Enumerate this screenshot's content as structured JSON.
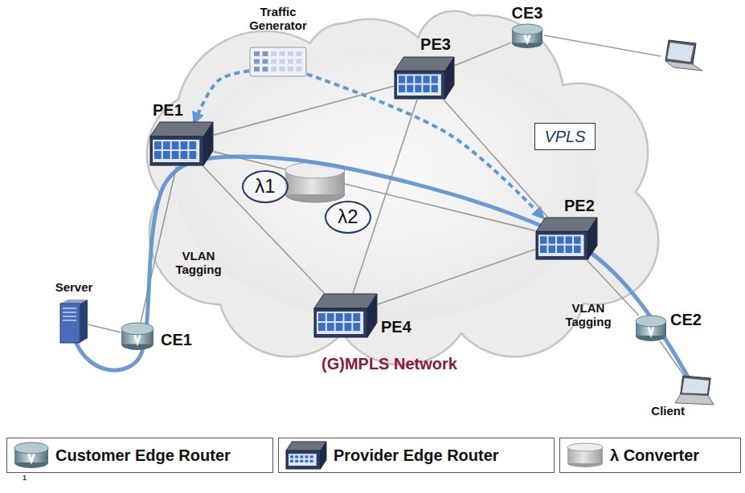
{
  "diagram": {
    "nodes": [
      {
        "text": [
          "Traffic Generator"
        ]
      },
      {
        "text": [
          "PE3"
        ]
      },
      {
        "text": [
          "CE3"
        ]
      },
      {
        "text": [
          "PE1"
        ]
      },
      {
        "text": [
          "VPLS"
        ]
      },
      {
        "text": [
          "λ1"
        ]
      },
      {
        "text": [
          "λ2"
        ]
      },
      {
        "text": [
          "PE2"
        ]
      },
      {
        "text": [
          "Server"
        ]
      },
      {
        "text": [
          "CE1"
        ]
      },
      {
        "text": [
          "PE4"
        ]
      },
      {
        "text": [
          "CE2"
        ]
      },
      {
        "text": [
          "Client"
        ]
      }
    ],
    "edges": [
      {
        "from": 0,
        "to": 3,
        "arrow": "to"
      },
      {
        "from": 0,
        "to": 7,
        "arrow": "to"
      },
      {
        "from": 3,
        "to": 1,
        "arrow": "none"
      },
      {
        "from": 3,
        "to": 7,
        "arrow": "none"
      },
      {
        "from": 3,
        "to": 10,
        "arrow": "none"
      },
      {
        "from": 1,
        "to": 10,
        "arrow": "none"
      },
      {
        "from": 1,
        "to": 7,
        "arrow": "none"
      },
      {
        "from": 10,
        "to": 7,
        "arrow": "none"
      },
      {
        "from": 1,
        "to": 2,
        "arrow": "none"
      },
      {
        "from": 3,
        "to": 9,
        "arrow": "none"
      },
      {
        "from": 7,
        "to": 11,
        "arrow": "none"
      },
      {
        "from": 8,
        "to": 9,
        "arrow": "none"
      },
      {
        "from": 11,
        "to": 12,
        "arrow": "none"
      }
    ],
    "labels": [
      "VLAN Tagging",
      "VLAN Tagging",
      "(G)MPLS Network",
      "1"
    ],
    "legend": [
      {
        "text": "Customer Edge Router"
      },
      {
        "text": "Provider Edge Router"
      },
      {
        "text": "λ Converter"
      }
    ]
  }
}
